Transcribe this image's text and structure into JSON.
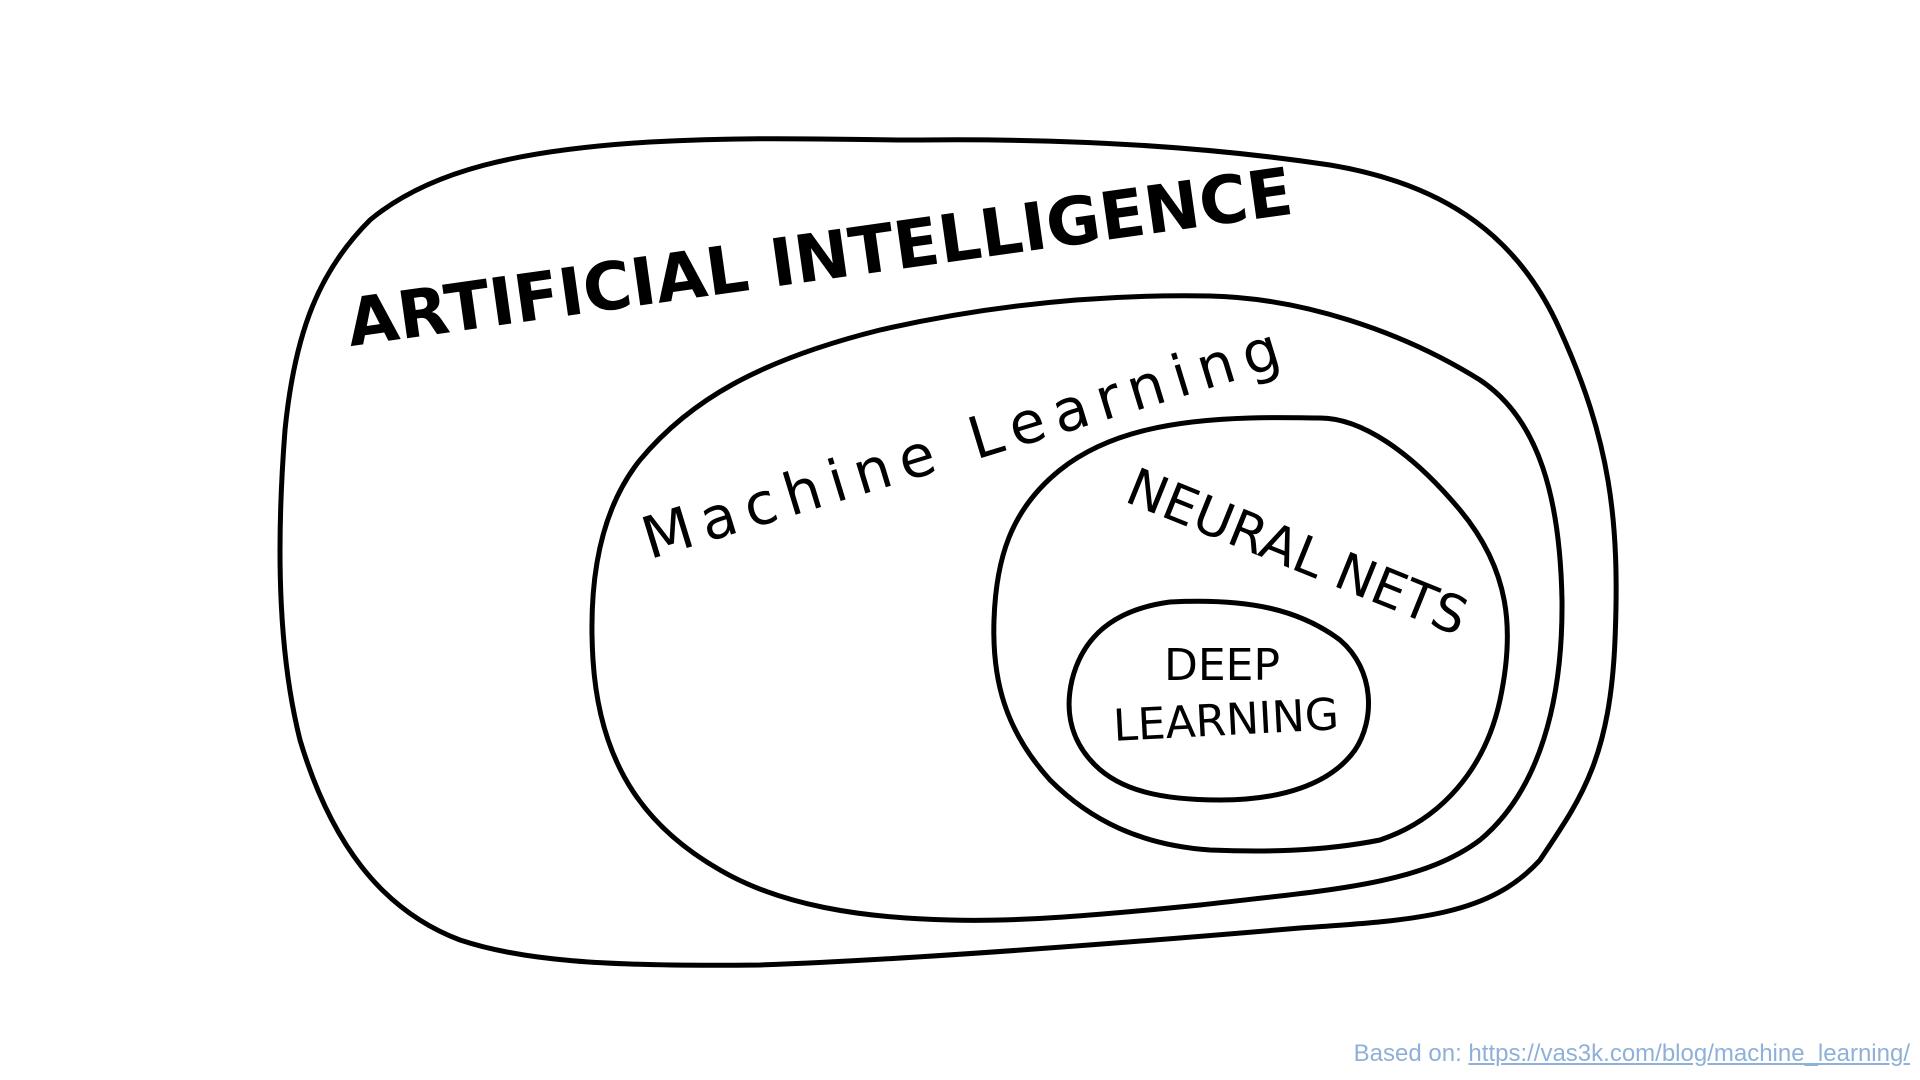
{
  "diagram": {
    "sets": [
      {
        "label": "ARTIFICIAL INTELLIGENCE"
      },
      {
        "label": "Machine Learning"
      },
      {
        "label": "NEURAL NETS"
      },
      {
        "label_line1": "DEEP",
        "label_line2": "LEARNING"
      }
    ],
    "stroke_color": "#000000"
  },
  "footer": {
    "prefix": "Based on: ",
    "link": "https://vas3k.com/blog/machine_learning/",
    "color": "#8fb0d8"
  }
}
